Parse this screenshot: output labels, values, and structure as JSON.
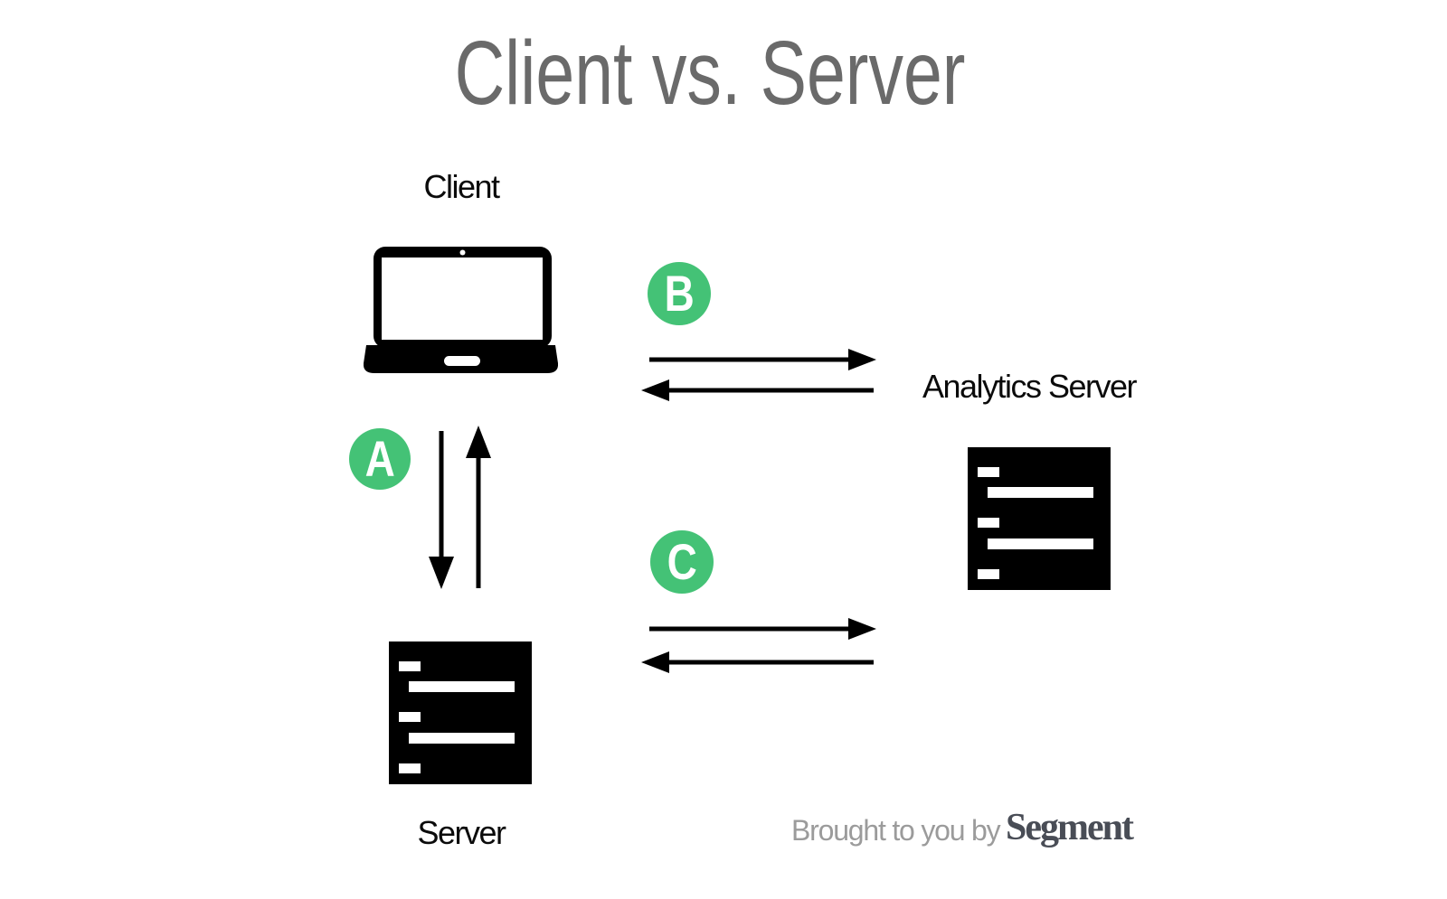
{
  "title": "Client vs. Server",
  "nodes": {
    "client": {
      "label": "Client",
      "icon": "laptop-icon"
    },
    "server": {
      "label": "Server",
      "icon": "server-rack-icon"
    },
    "analytics_server": {
      "label": "Analytics Server",
      "icon": "server-rack-icon"
    }
  },
  "badges": {
    "a": "A",
    "b": "B",
    "c": "C"
  },
  "connections": [
    {
      "badge": "A",
      "between": [
        "Client",
        "Server"
      ],
      "arrows": "bidirectional",
      "orientation": "vertical"
    },
    {
      "badge": "B",
      "between": [
        "Client",
        "Analytics Server"
      ],
      "arrows": "bidirectional",
      "orientation": "horizontal"
    },
    {
      "badge": "C",
      "between": [
        "Server",
        "Analytics Server"
      ],
      "arrows": "bidirectional",
      "orientation": "horizontal"
    }
  ],
  "footer": {
    "prefix": "Brought to you by",
    "brand": "Segment"
  },
  "colors": {
    "background": "#ffffff",
    "title_gray": "#6a6a6a",
    "badge_green": "#44c276",
    "badge_letter_white": "#ffffff",
    "label_black": "#0b0b0b",
    "icon_black": "#000000",
    "footer_gray": "#9b9b9b",
    "brand_dark": "#494d56"
  }
}
